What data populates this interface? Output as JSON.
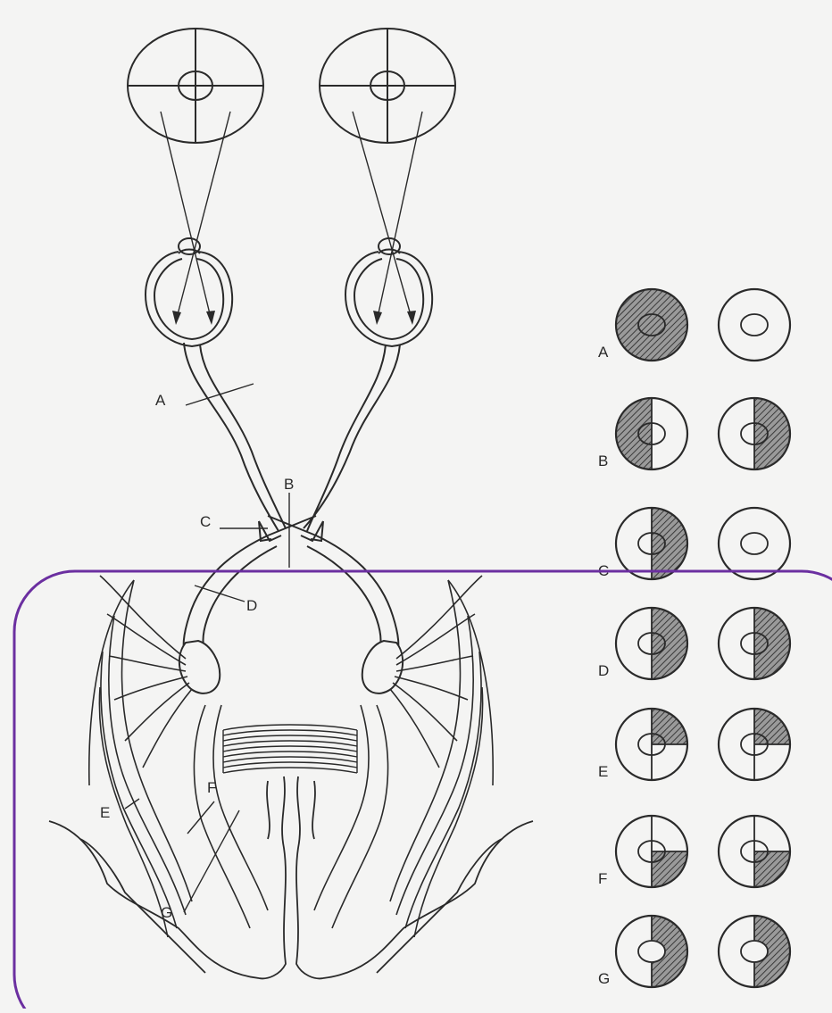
{
  "diagram": {
    "pathway_labels": {
      "a": "A",
      "b": "B",
      "c": "C",
      "d": "D",
      "e": "E",
      "f": "F",
      "g": "G"
    },
    "field_defects": [
      {
        "label": "A",
        "left_eye": "complete loss",
        "right_eye": "normal"
      },
      {
        "label": "B",
        "left_eye": "temporal half loss",
        "right_eye": "temporal half loss"
      },
      {
        "label": "C",
        "left_eye": "nasal half loss",
        "right_eye": "normal"
      },
      {
        "label": "D",
        "left_eye": "right half loss",
        "right_eye": "right half loss"
      },
      {
        "label": "E",
        "left_eye": "upper right quadrant loss",
        "right_eye": "upper right quadrant loss"
      },
      {
        "label": "F",
        "left_eye": "lower right quadrant loss",
        "right_eye": "lower right quadrant loss"
      },
      {
        "label": "G",
        "left_eye": "right half loss, macula spared",
        "right_eye": "right half loss, macula spared"
      }
    ],
    "colors": {
      "line": "#2a2a2a",
      "highlight_border": "#6b2fa0",
      "shading": "#8a8a8a",
      "background": "#f4f4f3"
    }
  }
}
